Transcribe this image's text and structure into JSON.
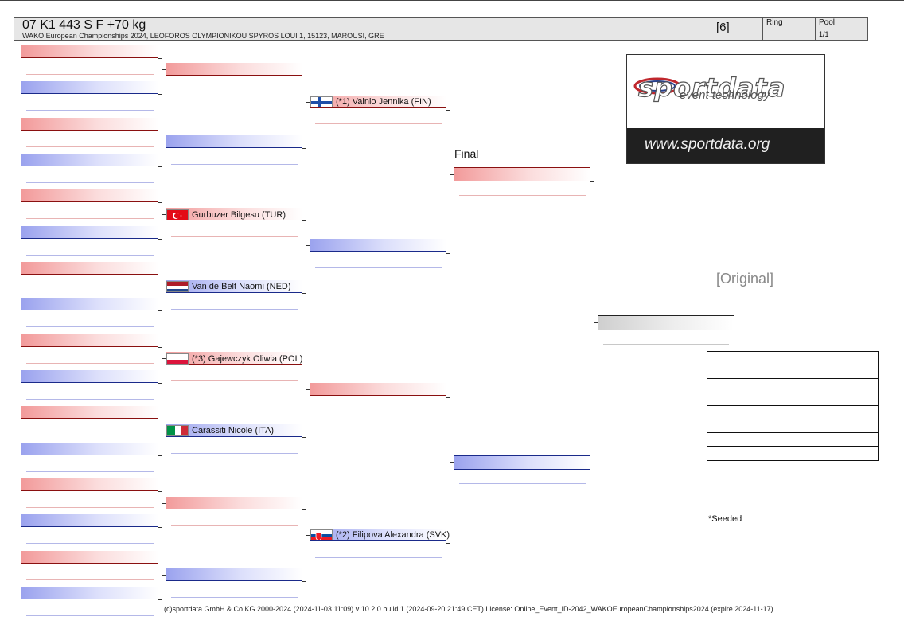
{
  "header": {
    "title": "07 K1 443 S F +70 kg",
    "subtitle": "WAKO European Championships 2024, LEOFOROS OLYMPIONIKOU SPYROS LOUI 1, 15123, MAROUSI, GRE",
    "count": "[6]",
    "ring_label": "Ring",
    "ring_value": "",
    "pool_label": "Pool",
    "pool_value": "1/1"
  },
  "competitors": {
    "vainio": {
      "text": "(*1) Vainio Jennika (FIN)",
      "country": "FIN"
    },
    "gurbuzer": {
      "text": "Gurbuzer Bilgesu (TUR)",
      "country": "TUR"
    },
    "vandebelt": {
      "text": "Van de Belt Naomi (NED)",
      "country": "NED"
    },
    "gajewczyk": {
      "text": "(*3) Gajewczyk Oliwia (POL)",
      "country": "POL"
    },
    "carassiti": {
      "text": "Carassiti Nicole (ITA)",
      "country": "ITA"
    },
    "filipova": {
      "text": "(*2) Filipova Alexandra (SVK)",
      "country": "SVK"
    }
  },
  "labels": {
    "final": "Final",
    "original": "[Original]",
    "seeded_note": "*Seeded"
  },
  "logo": {
    "brand": "sportdata",
    "tagline": "event technology",
    "url": "www.sportdata.org"
  },
  "results_rows": 8,
  "footer": "(c)sportdata GmbH & Co KG 2000-2024 (2024-11-03 11:09)  v 10.2.0 build 1 (2024-09-20 21:49 CET) License: Online_Event_ID-2042_WAKOEuropeanChampionships2024 (expire 2024-11-17)",
  "colors": {
    "red_corner": "#f29a9a",
    "blue_corner": "#9aa2ee",
    "red_line": "#8a1010",
    "blue_line": "#1a2a8a"
  }
}
